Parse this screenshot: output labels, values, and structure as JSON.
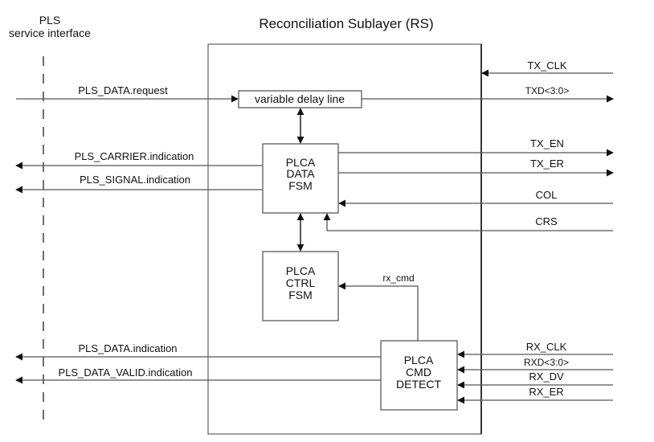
{
  "diagram": {
    "title": "Reconciliation Sublayer (RS)",
    "interface_label": {
      "line1": "PLS",
      "line2": "service interface"
    },
    "blocks": {
      "delay_line": "variable delay line",
      "data_fsm": [
        "PLCA",
        "DATA",
        "FSM"
      ],
      "ctrl_fsm": [
        "PLCA",
        "CTRL",
        "FSM"
      ],
      "cmd_detect": [
        "PLCA",
        "CMD",
        "DETECT"
      ]
    },
    "left_signals": {
      "data_request": "PLS_DATA.request",
      "carrier_indication": "PLS_CARRIER.indication",
      "signal_indication": "PLS_SIGNAL.indication",
      "data_indication": "PLS_DATA.indication",
      "data_valid_indication": "PLS_DATA_VALID.indication"
    },
    "right_signals": {
      "tx_clk": "TX_CLK",
      "txd": "TXD<3:0>",
      "tx_en": "TX_EN",
      "tx_er": "TX_ER",
      "col": "COL",
      "crs": "CRS",
      "rx_clk": "RX_CLK",
      "rxd": "RXD<3:0>",
      "rx_dv": "RX_DV",
      "rx_er": "RX_ER"
    },
    "internal_signals": {
      "rx_cmd": "rx_cmd"
    }
  }
}
